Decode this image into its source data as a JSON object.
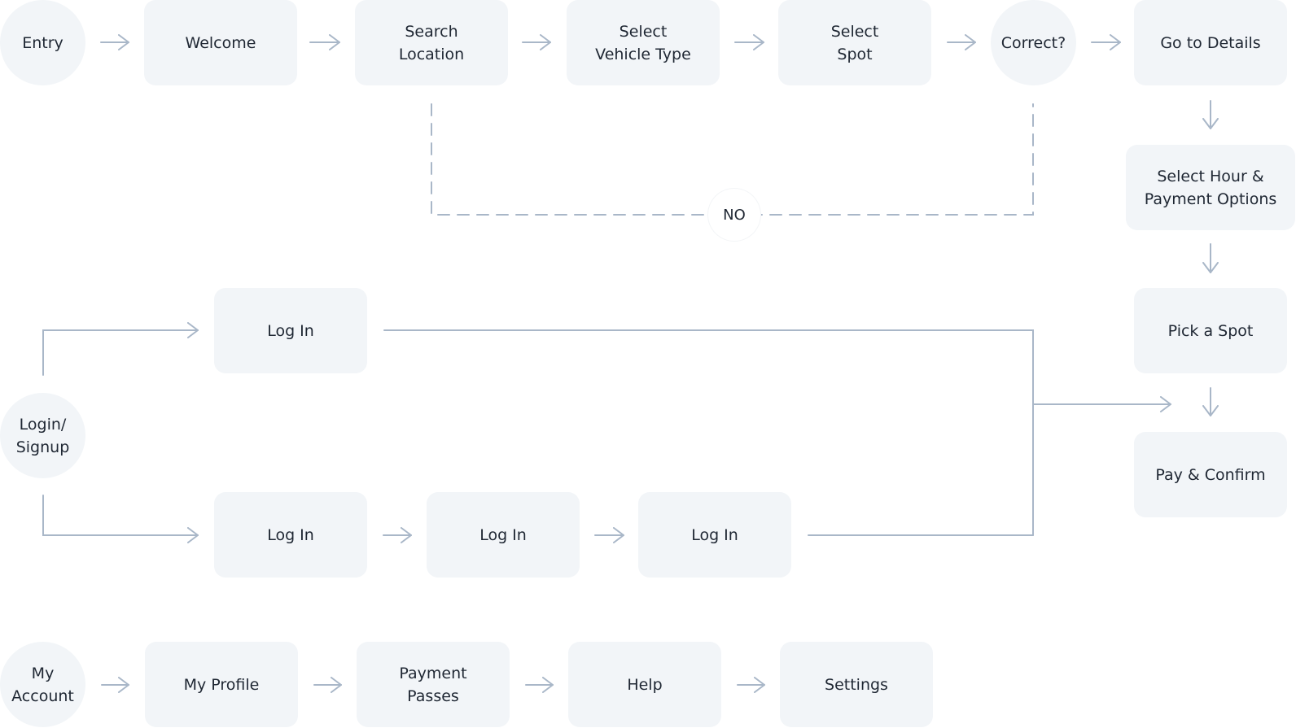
{
  "colors": {
    "node_bg": "#f2f5f8",
    "connector": "#a9b7c8",
    "text": "#1f2733"
  },
  "flow": {
    "entry": "Entry",
    "welcome": "Welcome",
    "search_location": "Search\nLocation",
    "select_vehicle_type": "Select\nVehicle Type",
    "select_spot": "Select\nSpot",
    "correct": "Correct?",
    "go_to_details": "Go to Details",
    "select_hour_payment": "Select Hour &\nPayment Options",
    "pick_a_spot": "Pick a Spot",
    "pay_confirm": "Pay & Confirm",
    "no_label": "NO"
  },
  "auth": {
    "login_signup": "Login/\nSignup",
    "log_in_top": "Log In",
    "log_in_bottom_1": "Log In",
    "log_in_bottom_2": "Log In",
    "log_in_bottom_3": "Log In"
  },
  "account": {
    "my_account": "My\nAccount",
    "my_profile": "My Profile",
    "payment_passes": "Payment\nPasses",
    "help": "Help",
    "settings": "Settings"
  }
}
